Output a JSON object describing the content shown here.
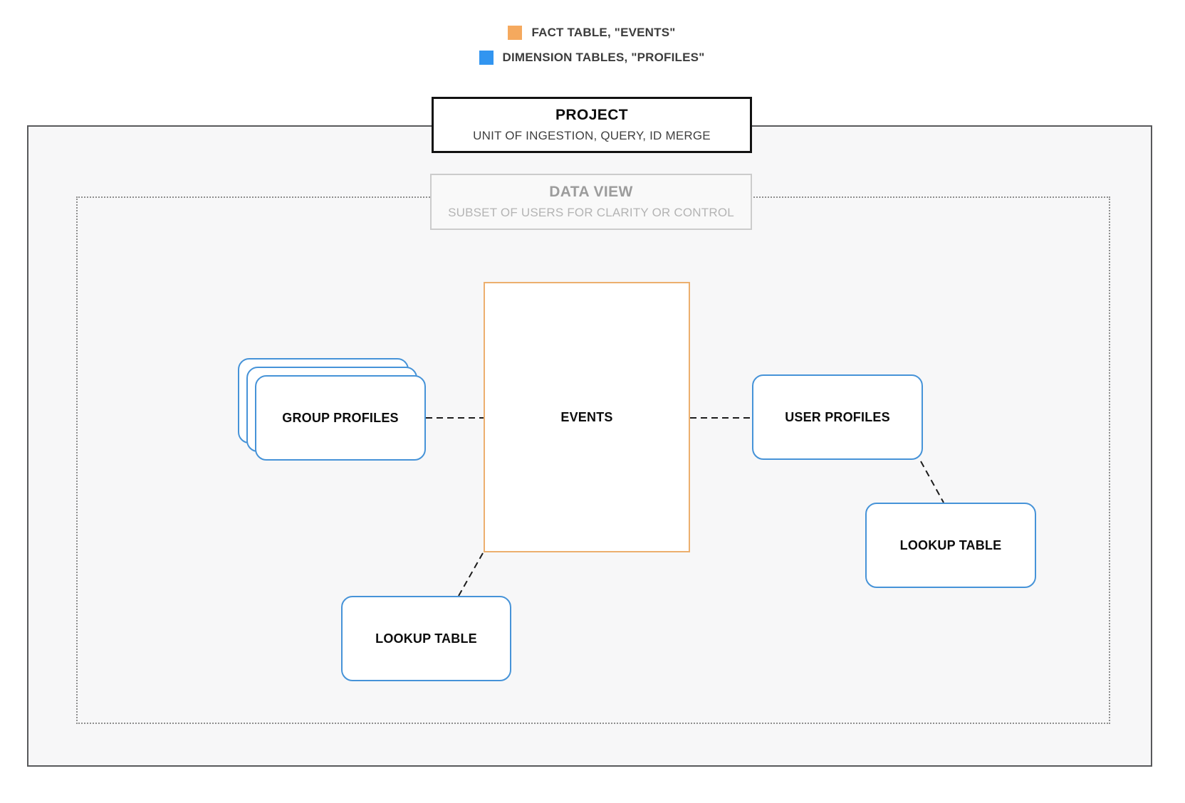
{
  "legend": {
    "items": [
      {
        "id": "fact",
        "label": "FACT TABLE, \"EVENTS\"",
        "color": "#F5A95E"
      },
      {
        "id": "dimension",
        "label": "DIMENSION TABLES, \"PROFILES\"",
        "color": "#3295F0"
      }
    ]
  },
  "containers": {
    "project": {
      "title": "PROJECT",
      "subtitle": "UNIT OF INGESTION, QUERY, ID MERGE"
    },
    "data_view": {
      "title": "DATA VIEW",
      "subtitle": "SUBSET OF USERS FOR CLARITY OR CONTROL"
    }
  },
  "nodes": {
    "events": {
      "label": "EVENTS",
      "type": "fact"
    },
    "group_profiles": {
      "label": "GROUP PROFILES",
      "type": "dimension",
      "stacked": true
    },
    "user_profiles": {
      "label": "USER PROFILES",
      "type": "dimension"
    },
    "lookup_table_right": {
      "label": "LOOKUP TABLE",
      "type": "dimension"
    },
    "lookup_table_bottom": {
      "label": "LOOKUP TABLE",
      "type": "dimension"
    }
  },
  "connections": [
    {
      "from": "group_profiles",
      "to": "events",
      "style": "dashed"
    },
    {
      "from": "events",
      "to": "user_profiles",
      "style": "dashed"
    },
    {
      "from": "user_profiles",
      "to": "lookup_table_right",
      "style": "dashed"
    },
    {
      "from": "events",
      "to": "lookup_table_bottom",
      "style": "dashed"
    }
  ],
  "colors": {
    "fact_border": "#ECAF6E",
    "dimension_border": "#4693D8",
    "legend_fact": "#F5A95E",
    "legend_dimension": "#3295F0",
    "connector": "#1C1C1C",
    "project_container_border": "#58595B",
    "data_view_dotted_border": "#8E8E8E",
    "container_background": "#F7F7F8"
  }
}
